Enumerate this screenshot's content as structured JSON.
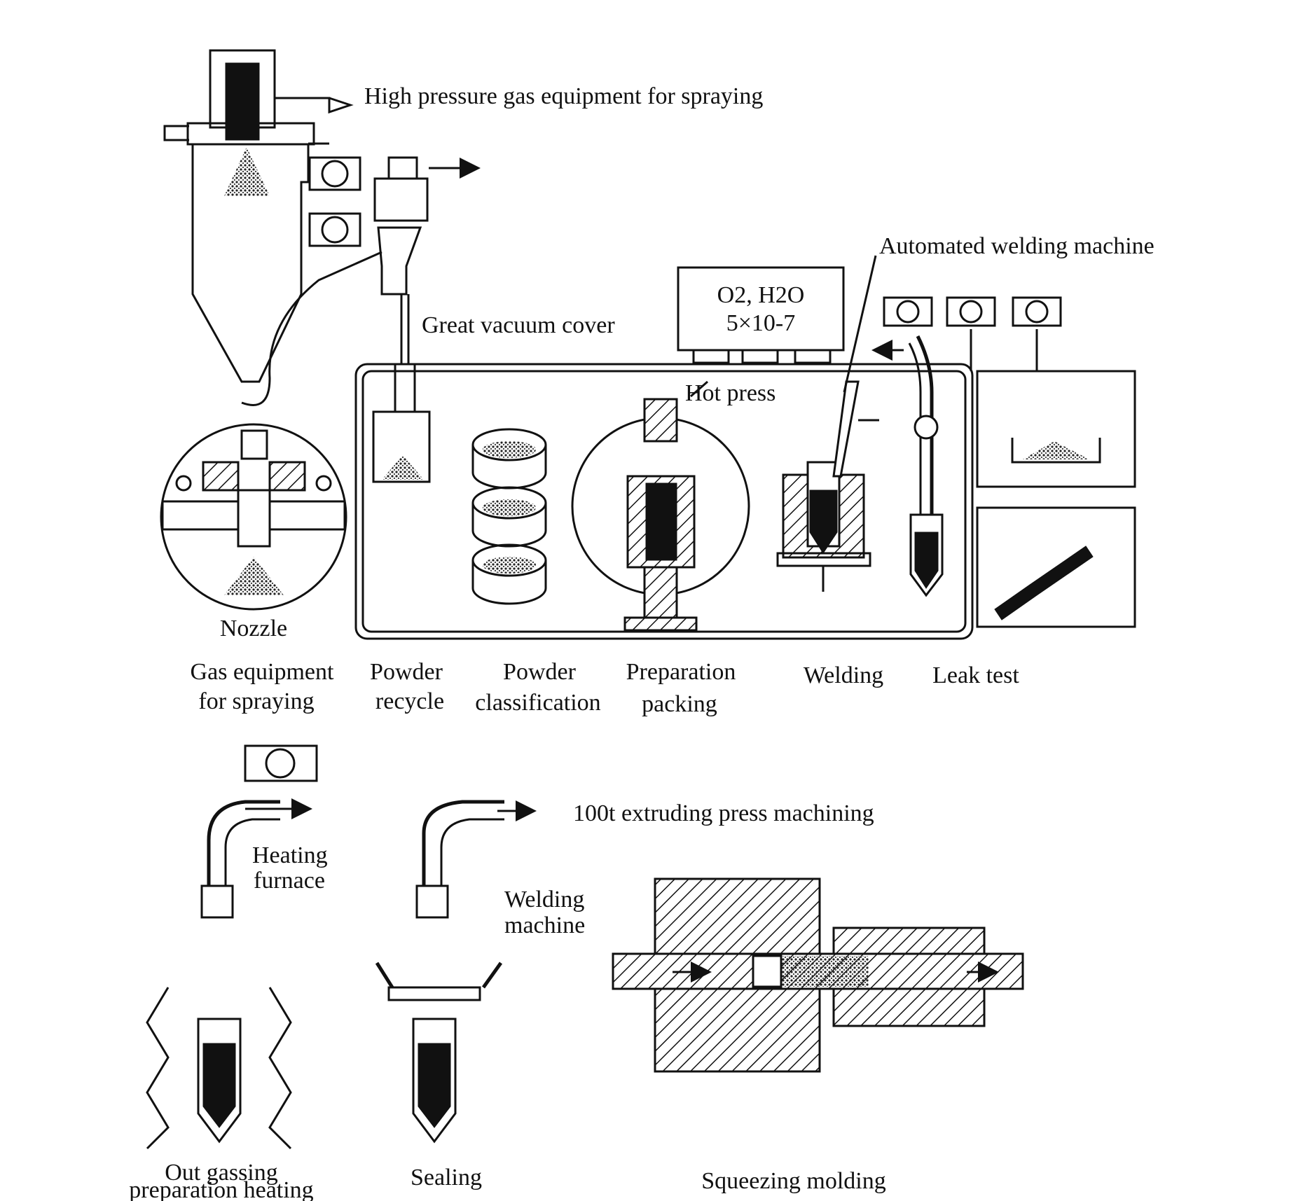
{
  "labels": {
    "high_pressure_gas": "High pressure gas equipment for spraying",
    "automated_welding": "Automated welding machine",
    "o2_h2o_line1": "O2, H2O",
    "o2_h2o_line2": "5×10-7",
    "great_vacuum_cover": "Great vacuum cover",
    "hot_press": "Hot press",
    "nozzle": "Nozzle",
    "extruding_press": "100t extruding press machining",
    "heating_furnace_line1": "Heating",
    "heating_furnace_line2": "furnace",
    "welding_machine_line1": "Welding",
    "welding_machine_line2": "machine"
  },
  "stages_top": [
    {
      "line1": "Gas equipment",
      "line2": "for spraying"
    },
    {
      "line1": "Powder",
      "line2": "recycle"
    },
    {
      "line1": "Powder",
      "line2": "classification"
    },
    {
      "line1": "Preparation",
      "line2": "packing"
    },
    {
      "line1": "Welding",
      "line2": ""
    },
    {
      "line1": "Leak test",
      "line2": ""
    }
  ],
  "stages_bottom": [
    {
      "line1": "Out gassing",
      "line2": "preparation heating"
    },
    {
      "line1": "Sealing",
      "line2": ""
    },
    {
      "line1": "Squeezing molding",
      "line2": ""
    }
  ]
}
